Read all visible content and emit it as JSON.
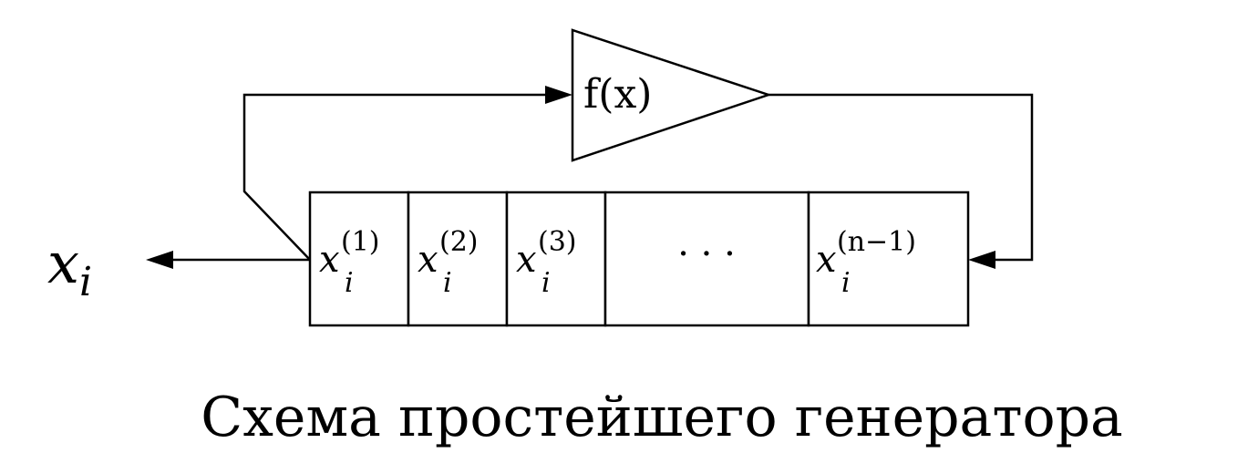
{
  "function_block": {
    "label": "f(x)"
  },
  "output": {
    "base": "x",
    "sub": "i"
  },
  "register": {
    "cells": [
      {
        "base": "x",
        "sub": "i",
        "sup": "(1)"
      },
      {
        "base": "x",
        "sub": "i",
        "sup": "(2)"
      },
      {
        "base": "x",
        "sub": "i",
        "sup": "(3)"
      },
      {
        "text": "· · ·"
      },
      {
        "base": "x",
        "sub": "i",
        "sup": "(n−1)"
      }
    ]
  },
  "caption": "Схема простейшего генератора"
}
